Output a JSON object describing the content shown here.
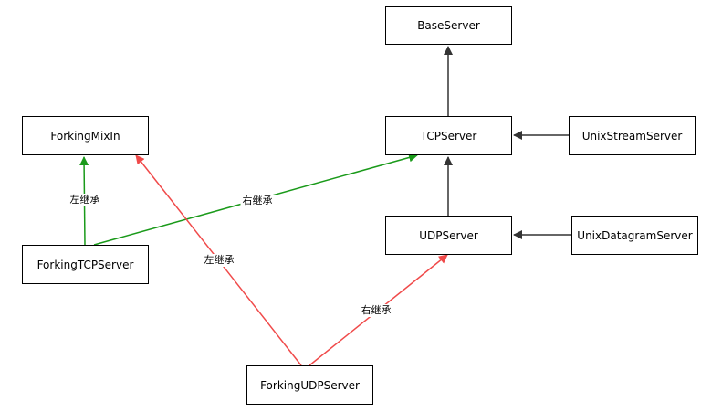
{
  "nodes": {
    "base_server": "BaseServer",
    "tcp_server": "TCPServer",
    "udp_server": "UDPServer",
    "forking_mixin": "ForkingMixIn",
    "forking_tcp_server": "ForkingTCPServer",
    "forking_udp_server": "ForkingUDPServer",
    "unix_stream_server": "UnixStreamServer",
    "unix_datagram_server": "UnixDatagramServer"
  },
  "edge_labels": {
    "ftcp_left": "左继承",
    "ftcp_right": "右继承",
    "fudp_left": "左继承",
    "fudp_right": "右继承"
  },
  "colors": {
    "inherit_black": "#333333",
    "inherit_green": "#1a9a1a",
    "inherit_red": "#f04a4a"
  }
}
